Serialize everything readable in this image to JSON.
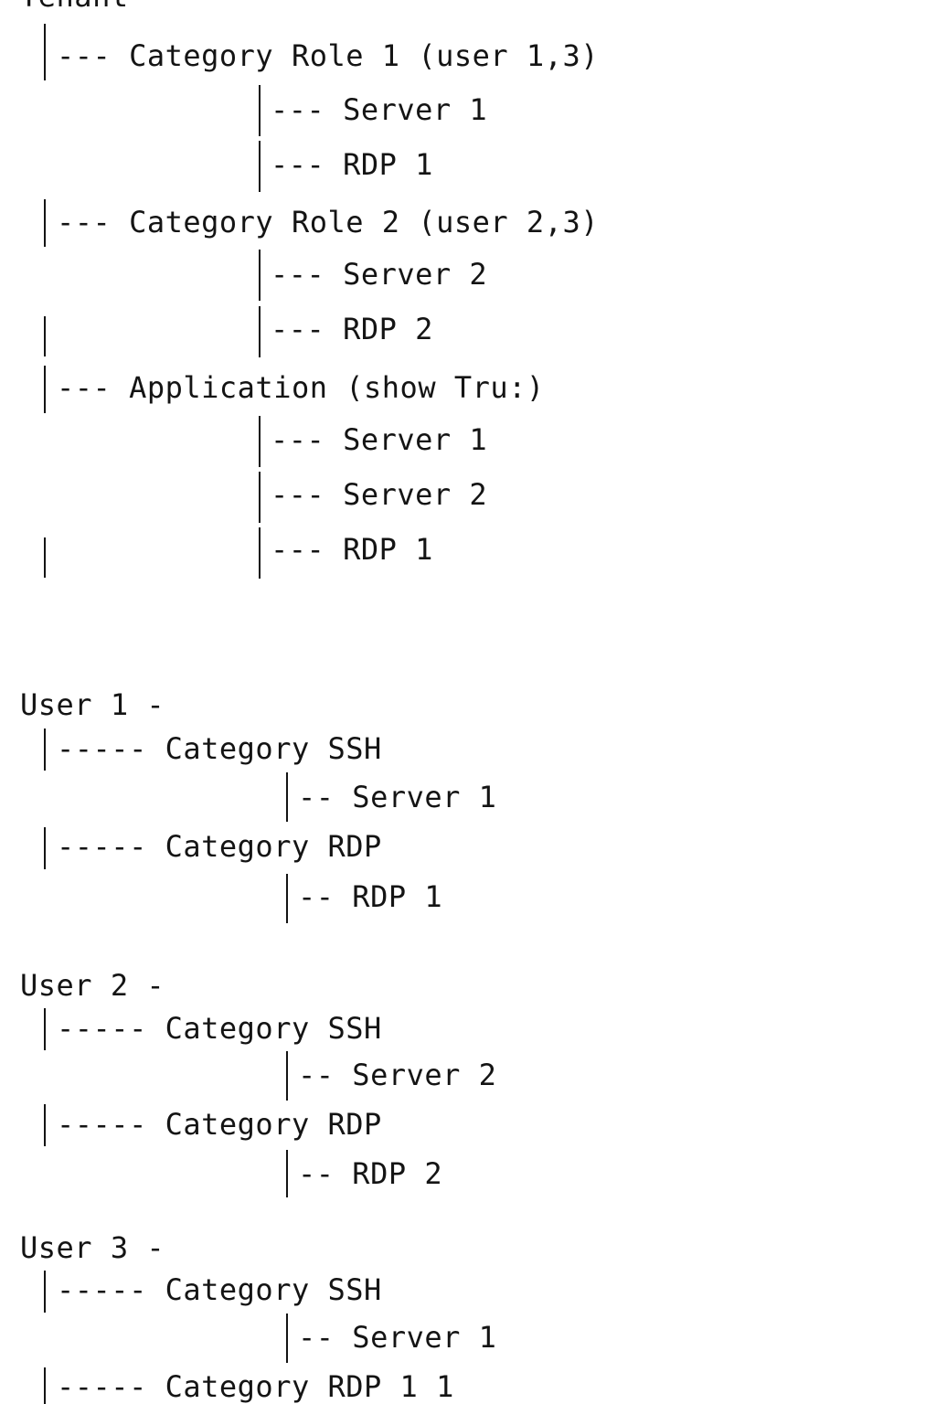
{
  "tree": {
    "root_label": "Tenant",
    "roles": [
      {
        "label": "--- Category Role 1 (user 1,3)",
        "children": [
          "--- Server 1",
          "--- RDP 1"
        ]
      },
      {
        "label": "--- Category Role 2 (user 2,3)",
        "children": [
          "--- Server 2",
          "--- RDP 2"
        ]
      },
      {
        "label": "--- Application (show Tru:)",
        "children": [
          "--- Server 1",
          "--- Server 2",
          "--- RDP 1"
        ]
      }
    ]
  },
  "users": [
    {
      "label": "User 1 -",
      "categories": [
        {
          "label": "----- Category SSH",
          "child": "-- Server 1"
        },
        {
          "label": "----- Category RDP",
          "child": "-- RDP 1"
        }
      ]
    },
    {
      "label": "User 2 -",
      "categories": [
        {
          "label": "----- Category SSH",
          "child": "-- Server 2"
        },
        {
          "label": "----- Category RDP",
          "child": "-- RDP 2"
        }
      ]
    },
    {
      "label": "User 3 -",
      "categories": [
        {
          "label": "----- Category SSH",
          "child": "-- Server 1"
        },
        {
          "label": "----- Category RDP 1 1",
          "child": ""
        }
      ]
    }
  ],
  "colors": {
    "text": "#141414",
    "background": "#ffffff"
  }
}
